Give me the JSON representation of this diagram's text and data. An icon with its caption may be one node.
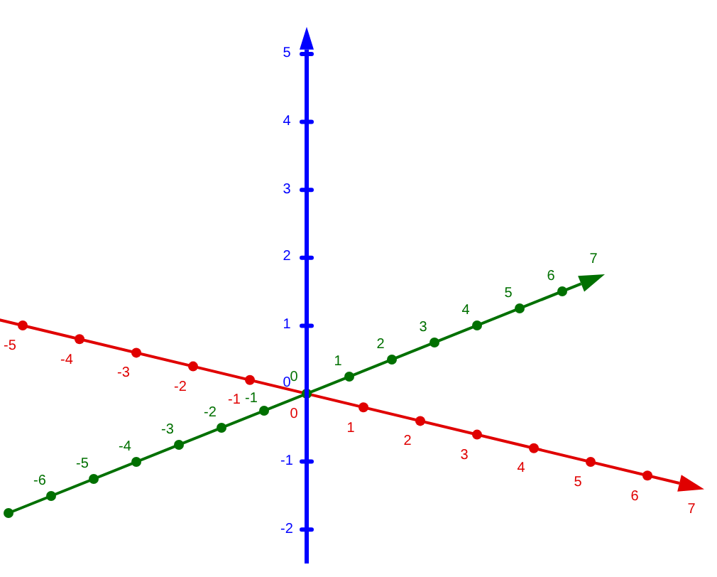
{
  "diagram": {
    "labels": [
      "5",
      "4",
      "3",
      "2",
      "1",
      "0",
      "-1",
      "-2",
      "-5",
      "-4",
      "-3",
      "-2",
      "-1",
      "0",
      "1",
      "2",
      "3",
      "4",
      "5",
      "6",
      "7",
      "-6",
      "-5",
      "-4",
      "-3",
      "-2",
      "-1",
      "0",
      "1",
      "2",
      "3",
      "4",
      "5",
      "6",
      "7"
    ]
  }
}
